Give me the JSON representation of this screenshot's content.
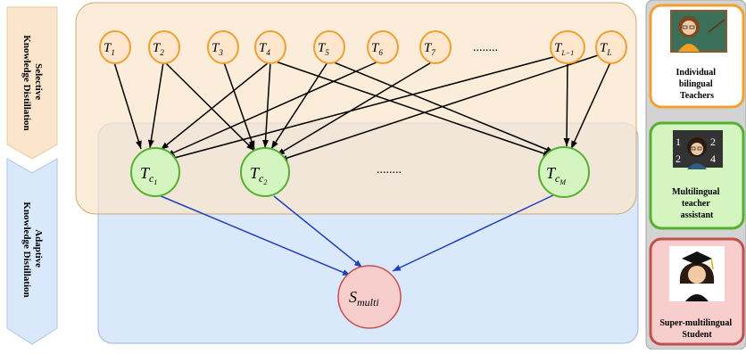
{
  "stages": {
    "selective": {
      "line1": "Selective",
      "line2": "Knowledge Distillation"
    },
    "adaptive": {
      "line1": "Adaptive",
      "line2": "Knowledge Distillation"
    }
  },
  "teachers": [
    {
      "sub": "1"
    },
    {
      "sub": "2"
    },
    {
      "sub": "3"
    },
    {
      "sub": "4"
    },
    {
      "sub": "5"
    },
    {
      "sub": "6"
    },
    {
      "sub": "7"
    },
    {
      "sub": "L−1"
    },
    {
      "sub": "L"
    }
  ],
  "teacher_ellipsis": "........",
  "assistants": [
    {
      "sub": "1"
    },
    {
      "sub": "2"
    },
    {
      "sub": "M"
    }
  ],
  "assistant_ellipsis": "........",
  "student": {
    "sub": "multi"
  },
  "legend": {
    "teacher": {
      "line1": "Individual",
      "line2": "bilingual",
      "line3": "Teachers"
    },
    "assistant": {
      "line1": "Multilingual",
      "line2": "teacher",
      "line3": "assistant"
    },
    "student": {
      "line1": "Super-multilingual",
      "line2": "Student"
    }
  },
  "colors": {
    "selective_region": "#fbe5cc",
    "adaptive_region": "#dae8fc",
    "teacher_fill": "#ffe6cc",
    "teacher_stroke": "#f0a030",
    "assistant_fill": "#d5f5c0",
    "assistant_stroke": "#55b030",
    "student_fill": "#f8cecc",
    "student_stroke": "#c05050",
    "blue_arrow": "#1f3fbf"
  }
}
